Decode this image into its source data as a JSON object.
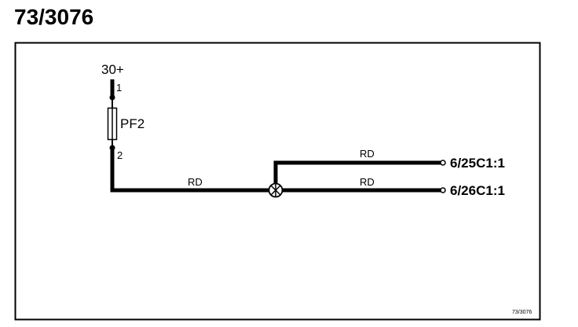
{
  "title": "73/3076",
  "supply": {
    "label": "30+"
  },
  "fuse": {
    "label": "PF2",
    "pin_top": "1",
    "pin_bottom": "2"
  },
  "wires": [
    {
      "label": "RD"
    },
    {
      "label": "RD"
    },
    {
      "label": "RD"
    }
  ],
  "terminals": [
    {
      "label": "6/25C1:1"
    },
    {
      "label": "6/26C1:1"
    }
  ],
  "footer": {
    "ref": "73/3076"
  },
  "colors": {
    "line": "#000000",
    "background": "#ffffff"
  }
}
